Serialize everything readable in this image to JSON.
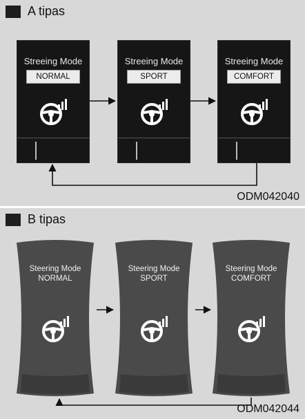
{
  "section_a": {
    "header": "A tipas",
    "code": "ODM042040",
    "screens": [
      {
        "title": "Streeing Mode",
        "mode": "NORMAL"
      },
      {
        "title": "Streeing Mode",
        "mode": "SPORT"
      },
      {
        "title": "Streeing Mode",
        "mode": "COMFORT"
      }
    ]
  },
  "section_b": {
    "header": "B tipas",
    "code": "ODM042044",
    "screens": [
      {
        "title": "Steering Mode",
        "mode": "NORMAL"
      },
      {
        "title": "Steering Mode",
        "mode": "SPORT"
      },
      {
        "title": "Steering Mode",
        "mode": "COMFORT"
      }
    ]
  },
  "icons": {
    "steering": "steering-wheel-icon"
  },
  "colors": {
    "background": "#d8d8d8",
    "screen_dark": "#161616",
    "screen_b": "#4a4a4a"
  }
}
